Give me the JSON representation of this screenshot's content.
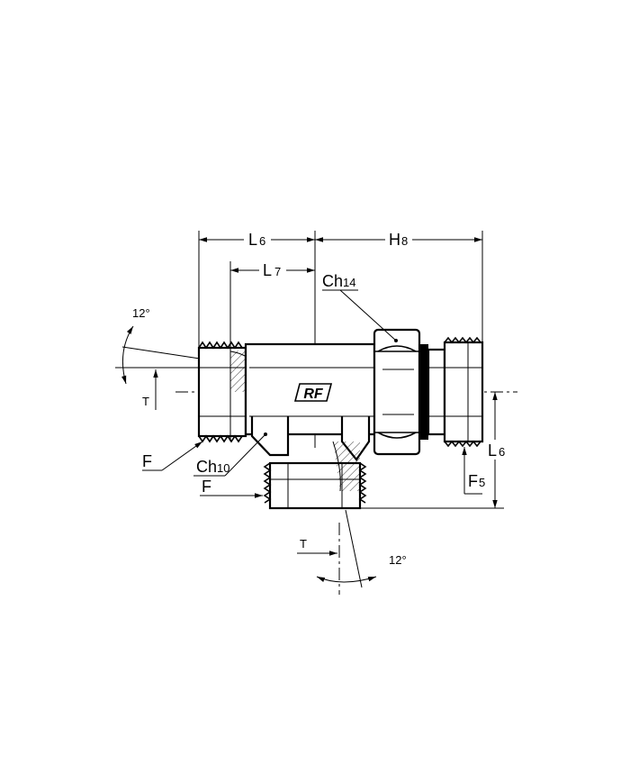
{
  "labels": {
    "L6_top": "L",
    "L6_top_sub": "6",
    "L7": "L",
    "L7_sub": "7",
    "H8": "H",
    "H8_sub": "8",
    "Ch14": "Ch",
    "Ch14_sub": "14",
    "Ch10": "Ch",
    "Ch10_sub": "10",
    "angle_left": "12°",
    "angle_bottom": "12°",
    "T_left": "T",
    "T_bottom": "T",
    "F_left": "F",
    "F_bottom": "F",
    "L6_right": "L",
    "L6_right_sub": "6",
    "F5": "F",
    "F5_sub": "5",
    "logo": "RF"
  }
}
